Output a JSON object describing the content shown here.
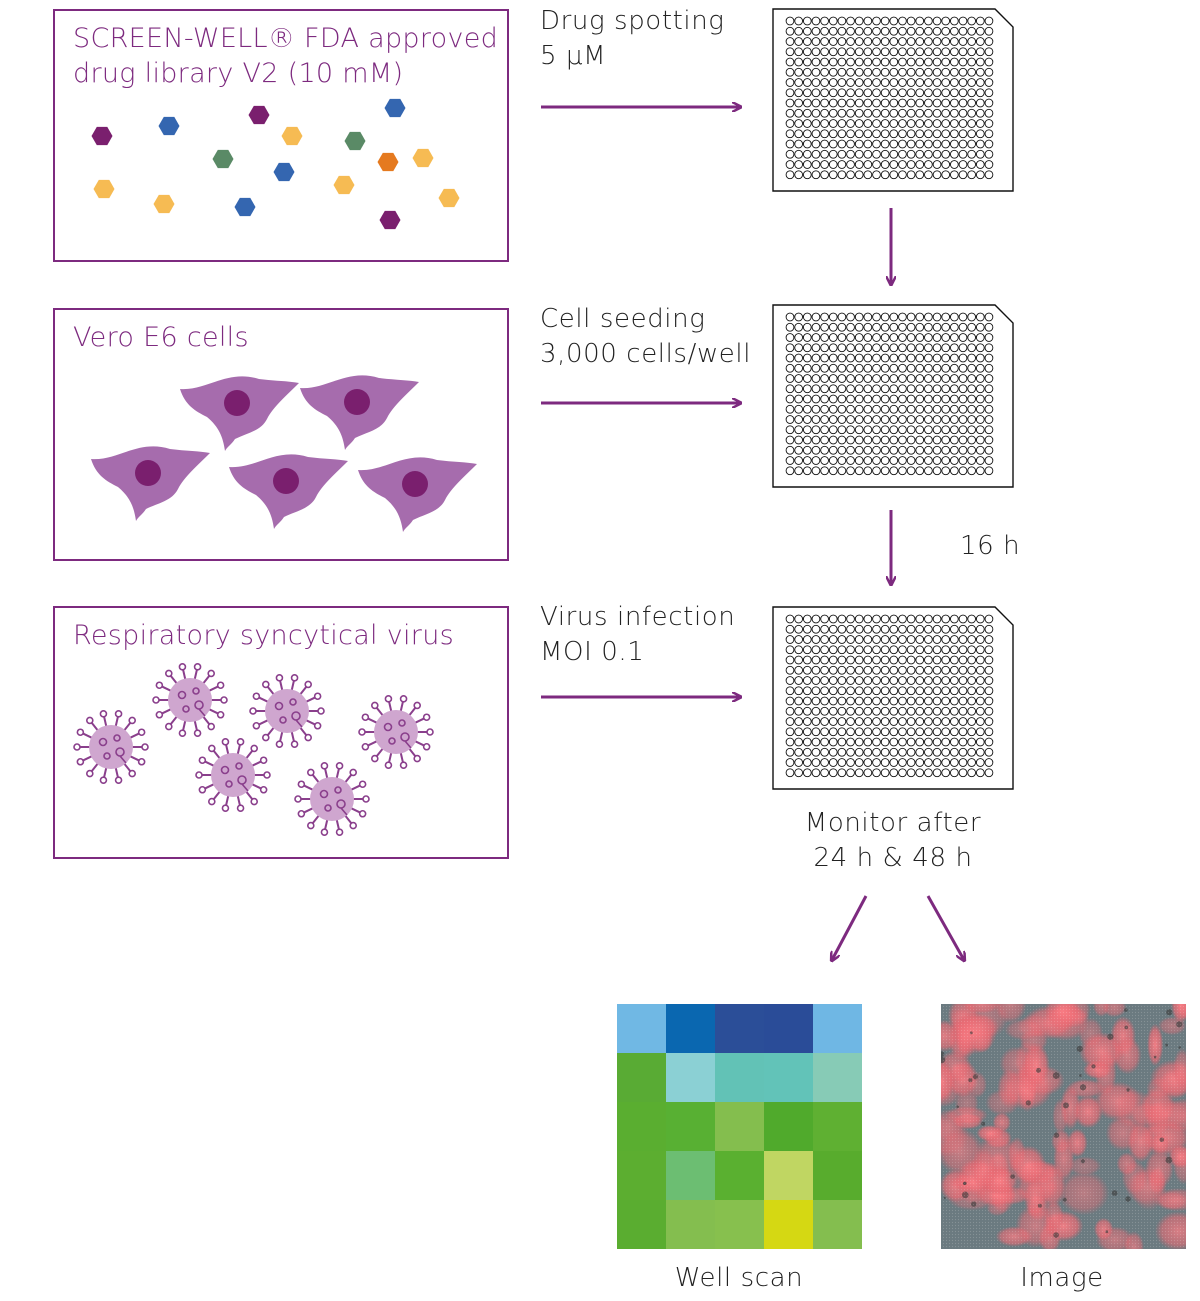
{
  "title": "",
  "colors": {
    "brand_purple": "#7d2a7f",
    "cell_fill": "#a66cad",
    "nucleus": "#7a1f6e",
    "virus_fill": "#cfa6cf",
    "virus_stroke": "#8a3f8c",
    "hex_purple": "#7a1f6e",
    "hex_blue": "#3466b0",
    "hex_green": "#5a8a66",
    "hex_yellow": "#f6bb53",
    "hex_orange": "#e57a1f",
    "plate_stroke": "#111111"
  },
  "boxes": {
    "library": {
      "title": "SCREEN-WELL® FDA approved\ndrug library V2 (10 mM)"
    },
    "cells": {
      "title": "Vero E6 cells"
    },
    "virus": {
      "title": "Respiratory syncytical virus"
    }
  },
  "steps": {
    "drug_spotting": "Drug spotting\n5 μM",
    "cell_seeding": "Cell seeding\n3,000 cells/well",
    "virus_infection": "Virus infection\nMOI 0.1"
  },
  "incubation_label": "16 h",
  "monitor_label": "Monitor after\n24 h & 48 h",
  "outputs": {
    "well_scan": {
      "label": "Well scan",
      "grid": [
        [
          "#70b8e4",
          "#0a67b0",
          "#2b4e98",
          "#2a4c98",
          "#6fb7e4"
        ],
        [
          "#59ab34",
          "#8bd0d4",
          "#62c2b6",
          "#62c3b8",
          "#87cbb6"
        ],
        [
          "#5aae30",
          "#58b033",
          "#84be4e",
          "#50aa2c",
          "#5fb032"
        ],
        [
          "#5cae30",
          "#6cbe72",
          "#5ab030",
          "#c0d662",
          "#58ac2d"
        ],
        [
          "#5aad30",
          "#84be4f",
          "#87c04e",
          "#d5d813",
          "#84be4f"
        ]
      ]
    },
    "image": {
      "label": "Image"
    }
  },
  "plate": {
    "rows": 16,
    "cols": 24
  }
}
